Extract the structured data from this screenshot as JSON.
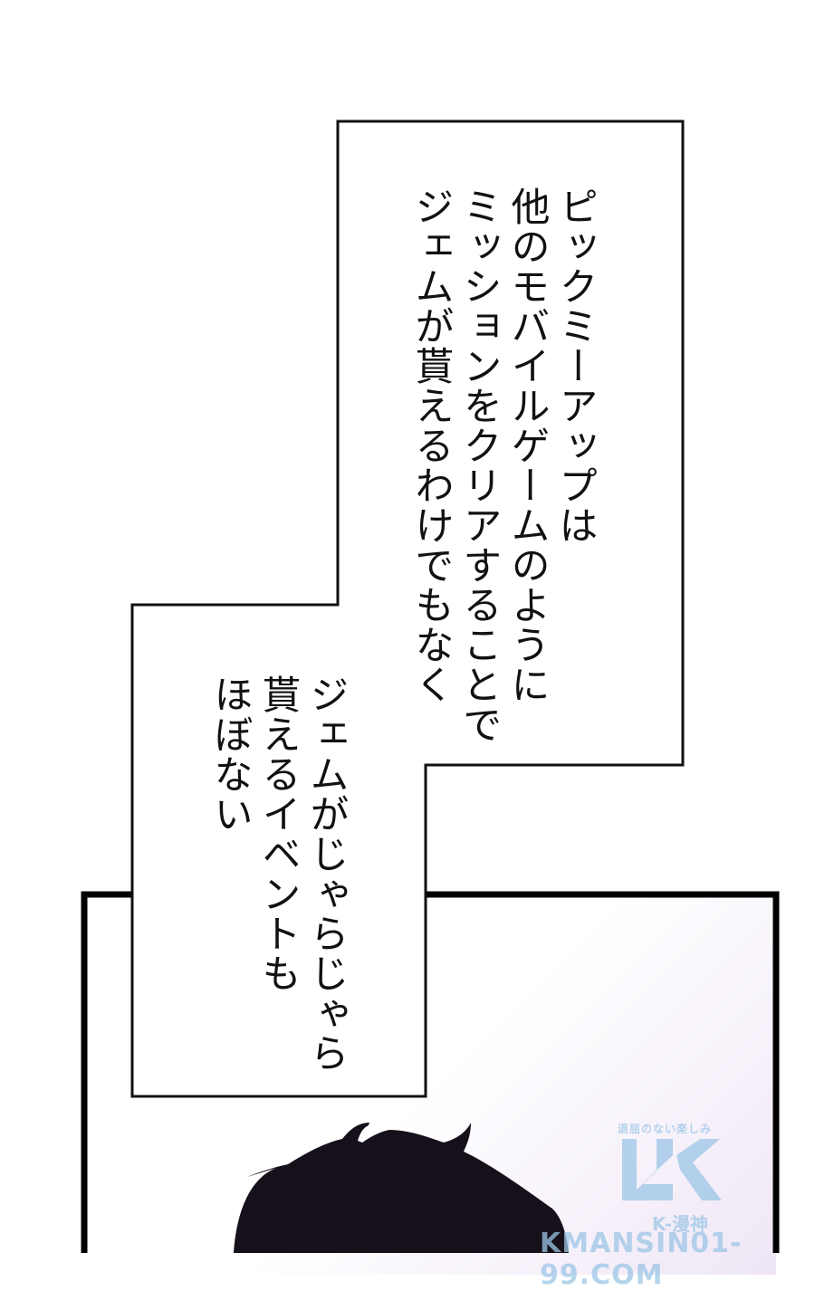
{
  "page": {
    "type": "manga-page",
    "background": "#ffffff"
  },
  "caption_box_1": {
    "lines": [
      "ピックミーアップは",
      "他のモバイルゲームのように",
      "ミッションをクリアすることで",
      "ジェムが貰えるわけでもなく"
    ]
  },
  "caption_box_2": {
    "lines": [
      "ジェムがじゃらじゃら",
      "貰えるイベントも",
      "ほぼない"
    ]
  },
  "panel": {
    "description": "silhouette-of-character-head",
    "border_color": "#000000",
    "gradient_color": "#efe6f5"
  },
  "watermark": {
    "tagline": "退屈のない楽しみ",
    "logo_letter": "K",
    "brand": "K-漫神",
    "url": "KMANSIN01-99.COM",
    "color": "#9cc6e6"
  }
}
